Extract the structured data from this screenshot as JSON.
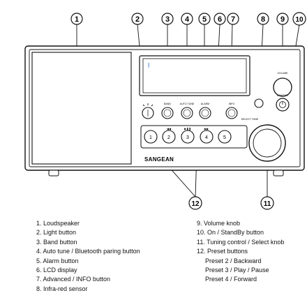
{
  "callout_numbers": [
    "1",
    "2",
    "3",
    "4",
    "5",
    "6",
    "7",
    "8",
    "9",
    "10"
  ],
  "bottom_callouts": [
    "12",
    "11"
  ],
  "brand": "SANGEAN",
  "panel_labels": {
    "band": "BAND",
    "auto_tune": "AUTO TUNE",
    "alarm": "ALARM",
    "info": "INFO",
    "select_tune": "SELECT TUNE",
    "volume": "VOLUME",
    "standby": "STANDBY"
  },
  "preset_labels": [
    "1",
    "2",
    "3",
    "4",
    "5"
  ],
  "legend_left": [
    "1. Loudspeaker",
    "2. Light button",
    "3. Band button",
    "4. Auto tune / Bluetooth paring button",
    "5. Alarm button",
    "6. LCD display",
    "7. Advanced / INFO button",
    "8. Infra-red sensor"
  ],
  "legend_right": [
    "9. Volume knob",
    "10. On / StandBy button",
    "11. Tuning control / Select knob",
    "12. Preset buttons"
  ],
  "legend_right_sub": [
    "Preset 2 / Backward",
    "Preset 3 / Play / Pause",
    "Preset 4 / Forward"
  ]
}
